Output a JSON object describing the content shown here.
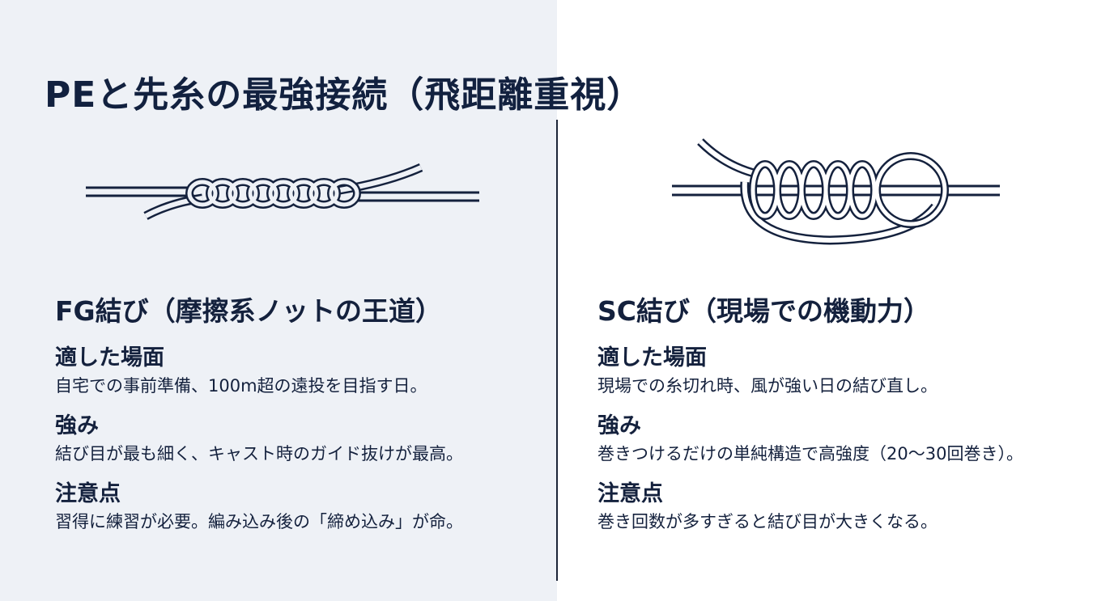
{
  "title": "PEと先糸の最強接続（飛距離重視）",
  "colors": {
    "left_bg": "#eef1f6",
    "right_bg": "#ffffff",
    "text": "#14213d",
    "line": "#1c2538"
  },
  "knots": [
    {
      "name": "FG結び（摩擦系ノットの王道）",
      "icon": "fg-knot-braid-diagram",
      "sections": [
        {
          "heading": "適した場面",
          "text": "自宅での事前準備、100m超の遠投を目指す日。"
        },
        {
          "heading": "強み",
          "text": "結び目が最も細く、キャスト時のガイド抜けが最高。"
        },
        {
          "heading": "注意点",
          "text": "習得に練習が必要。編み込み後の「締め込み」が命。"
        }
      ]
    },
    {
      "name": "SC結び（現場での機動力）",
      "icon": "sc-knot-coil-diagram",
      "sections": [
        {
          "heading": "適した場面",
          "text": "現場での糸切れ時、風が強い日の結び直し。"
        },
        {
          "heading": "強み",
          "text": "巻きつけるだけの単純構造で高強度（20〜30回巻き）。"
        },
        {
          "heading": "注意点",
          "text": "巻き回数が多すぎると結び目が大きくなる。"
        }
      ]
    }
  ]
}
